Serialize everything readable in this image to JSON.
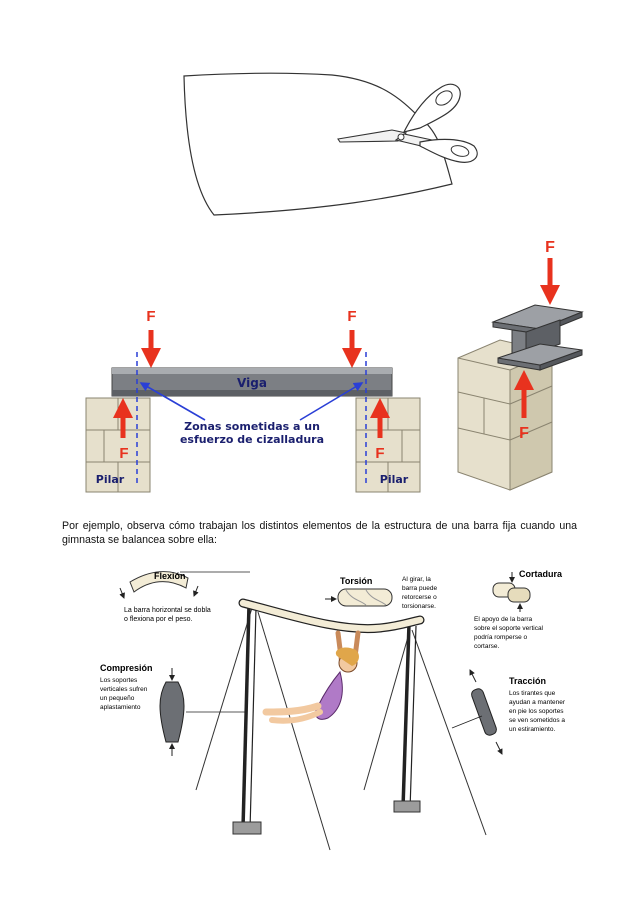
{
  "colors": {
    "force_arrow": "#e8321e",
    "label_blue": "#1a1f6e",
    "pillar_fill": "#e6e0cc",
    "beam_gray": "#7c7f84",
    "dashed_line": "#2a3fd6"
  },
  "beam_figure": {
    "force_top_left": "F",
    "force_top_right": "F",
    "force_bottom_left": "F",
    "force_bottom_right": "F",
    "beam_label": "Viga",
    "shear_zone_label": [
      "Zonas sometidas a un",
      "esfuerzo de cizalladura"
    ],
    "pillar_left": "Pilar",
    "pillar_right": "Pilar"
  },
  "ibeam_figure": {
    "force_top": "F",
    "force_bottom": "F"
  },
  "paragraph": "Por ejemplo, observa cómo trabajan los distintos elementos de la estructura de una barra fija cuando una gimnasta se balancea sobre ella:",
  "gymnast_figure": {
    "flexion": {
      "title": "Flexión",
      "desc": [
        "La barra horizontal se dobla",
        "o flexiona por el peso."
      ]
    },
    "torsion": {
      "title": "Torsión",
      "desc": [
        "Al girar, la",
        "barra puede",
        "retorcerse o",
        "torsionarse."
      ]
    },
    "cortadura": {
      "title": "Cortadura",
      "desc": [
        "El apoyo de la barra",
        "sobre el soporte vertical",
        "podría romperse o",
        "cortarse."
      ]
    },
    "compresion": {
      "title": "Compresión",
      "desc": [
        "Los soportes",
        "verticales sufren",
        "un pequeño",
        "aplastamiento"
      ]
    },
    "traccion": {
      "title": "Tracción",
      "desc": [
        "Los tirantes que",
        "ayudan a mantener",
        "en pie los soportes",
        "se ven sometidos a",
        "un estiramiento."
      ]
    }
  }
}
